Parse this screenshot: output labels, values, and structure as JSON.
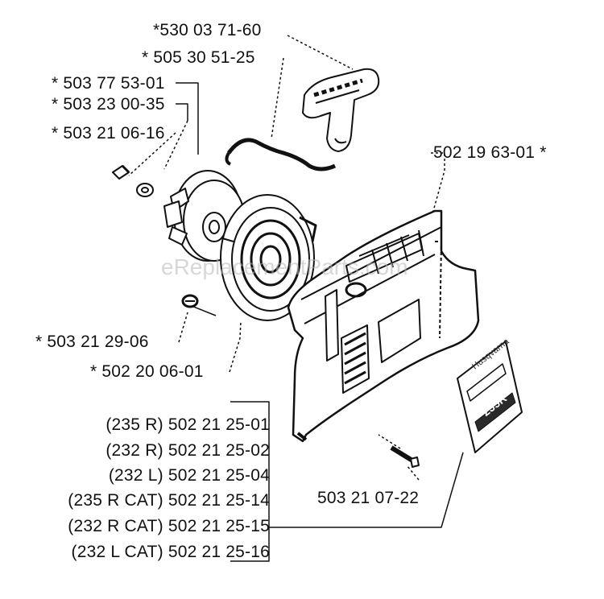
{
  "labels": {
    "p_530_03_71_60": "*530 03 71-60",
    "p_505_30_51_25": "* 505 30 51-25",
    "p_503_77_53_01": "* 503 77 53-01",
    "p_503_23_00_35": "* 503 23 00-35",
    "p_503_21_06_16": "* 503 21 06-16",
    "p_502_19_63_01": "502 19 63-01 *",
    "p_503_21_29_06": "* 503 21 29-06",
    "p_502_20_06_01": "* 502 20 06-01",
    "p_503_21_07_22": "503 21 07-22"
  },
  "cover_variants": [
    "(235 R) 502 21 25-01",
    "(232 R) 502 21 25-02",
    "(232 L) 502 21 25-04",
    "(235 R CAT) 502 21 25-14",
    "(232 R CAT) 502 21 25-15",
    "(232 L CAT) 502 21 25-16"
  ],
  "decal": {
    "brand": "Husqvarna",
    "model": "235R"
  },
  "watermark": "eReplacementParts.com",
  "colors": {
    "ink": "#111111",
    "paper": "#ffffff",
    "shade": "#6a6a6a"
  }
}
